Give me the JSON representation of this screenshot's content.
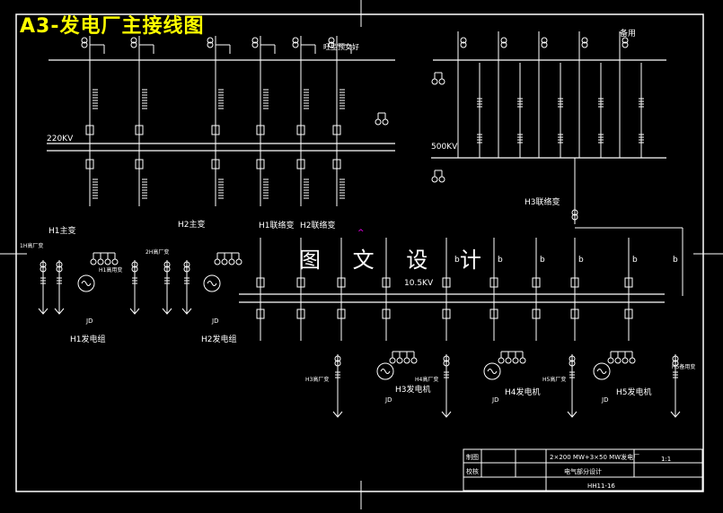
{
  "title": "A3-发电厂主接线图",
  "watermark": "图 文 设 计",
  "labels": {
    "line_backup_220": "旺型预女好",
    "line_backup_500": "备用",
    "bus_220": "220KV",
    "bus_500": "500KV",
    "bus_10": "10.5KV",
    "t1_main": "H1主变",
    "t2_main": "H2主变",
    "t1_station": "1H高厂变",
    "t1_aux": "H1高用变",
    "t2_station": "2H高厂变",
    "tie1": "H1联络变",
    "tie2": "H2联络变",
    "tie3": "H3联络变",
    "g1": "H1发电组",
    "g2": "H2发电组",
    "g3": "H3发电机",
    "g4": "H4发电机",
    "g5": "H5发电机",
    "s3": "H3高厂变",
    "s4": "H4高厂变",
    "s5": "H5高厂变",
    "aux_backup": "H5备用变",
    "b_marks": [
      "b",
      "b",
      "b",
      "b",
      "b",
      "b"
    ],
    "jd": "JD"
  },
  "title_block": {
    "row1_left": "制图",
    "row2_left": "校核",
    "spec": "2×200 MW+3×50 MW发电厂",
    "subtitle": "电气部分设计",
    "scale": "1:1",
    "drawing_no": "HH11-16"
  }
}
